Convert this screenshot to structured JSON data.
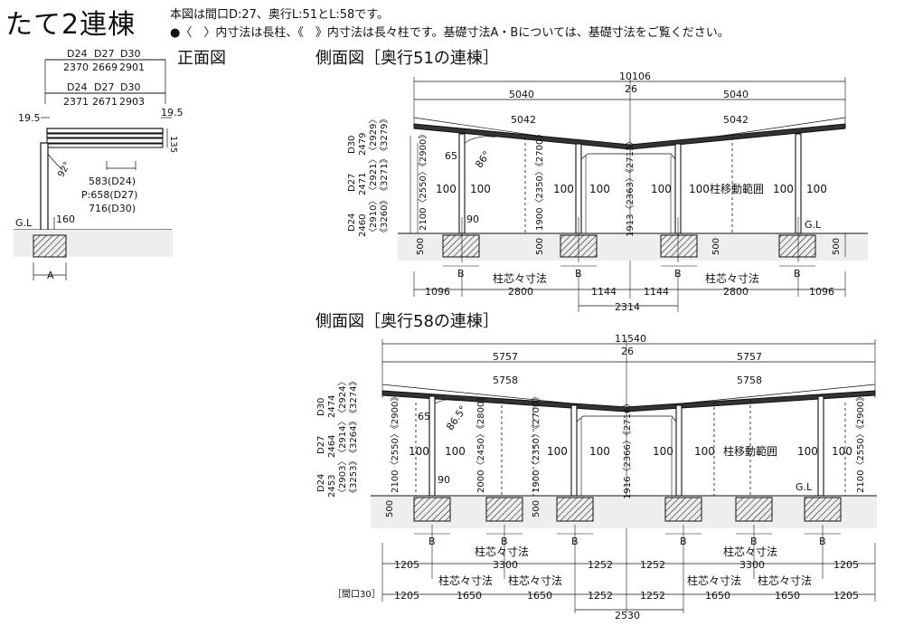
{
  "title": "たて2連棟",
  "notes": [
    "本図は間口D:27、奥行L:51とL:58です。",
    "●〈　〉内寸法は長柱、《　》内寸法は長々柱です。基礎寸法A・Bについては、基礎寸法をご覧ください。"
  ],
  "front": {
    "title": "正面図",
    "top_header": [
      "D24",
      "D27",
      "D30"
    ],
    "top_values": [
      "2370",
      "2669",
      "2901"
    ],
    "mid_header": [
      "D24",
      "D27",
      "D30"
    ],
    "mid_values": [
      "2371",
      "2671",
      "2903"
    ],
    "eave_left": "19.5",
    "eave_right": "19.5",
    "roof_thickness": "135",
    "angle": "92°",
    "p_lines": [
      "583(D24)",
      "P:658(D27)",
      "716(D30)"
    ],
    "gl": "G.L",
    "post_depth": "160",
    "a": "A"
  },
  "side51": {
    "title": "側面図［奥行51の連棟］",
    "total": "10106",
    "center": "26",
    "half_top": [
      "5040",
      "5040"
    ],
    "half_roof": [
      "5042",
      "5042"
    ],
    "heights": [
      [
        "D30",
        "2479",
        "〈2929〉",
        "《3279》"
      ],
      [
        "D27",
        "2471",
        "〈2921〉",
        "《3271》"
      ],
      [
        "D24",
        "2460",
        "〈2910〉",
        "《3260》"
      ]
    ],
    "angle_a": "65",
    "angle_b": "86°",
    "post_heights": [
      "2100〈2550〉《2900》",
      "1900〈2350〉《2700》",
      "1913〈2363〉《2713〉"
    ],
    "move_100": "100",
    "move_label": "柱移動範囲",
    "dim_90": "90",
    "gl": "G.L",
    "found": "500",
    "b": "B",
    "pitch_label": "柱芯々寸法",
    "bottom_dims": [
      "1096",
      "2800",
      "1144",
      "1144",
      "2800",
      "1096"
    ],
    "center_span": "2314"
  },
  "side58": {
    "title": "側面図［奥行58の連棟］",
    "total": "11540",
    "center": "26",
    "half_top": [
      "5757",
      "5757"
    ],
    "half_roof": [
      "5758",
      "5758"
    ],
    "heights": [
      [
        "D30",
        "2474",
        "〈2924〉",
        "《3274》"
      ],
      [
        "D27",
        "2464",
        "〈2914〉",
        "《3264》"
      ],
      [
        "D24",
        "2453",
        "〈2903〉",
        "《3253》"
      ]
    ],
    "angle_a": "65",
    "angle_b": "86.5°",
    "post_heights": [
      "2100〈2550〉《2900》",
      "2000〈2450〉《2800》",
      "1900〈2350〉《2700》",
      "1916〈2366〉《2716〉"
    ],
    "move_100": "100",
    "move_label": "柱移動範囲",
    "dim_90": "90",
    "gl": "G.L",
    "found": "500",
    "b": "B",
    "pitch_label": "柱芯々寸法",
    "bottom_dims": [
      "1205",
      "3300",
      "1252",
      "1252",
      "3300",
      "1205"
    ],
    "mag_label": "［間口30］",
    "mag_dims": [
      "1205",
      "1650",
      "1650",
      "1252",
      "1252",
      "1650",
      "1650",
      "1205"
    ],
    "center_span": "2530"
  }
}
